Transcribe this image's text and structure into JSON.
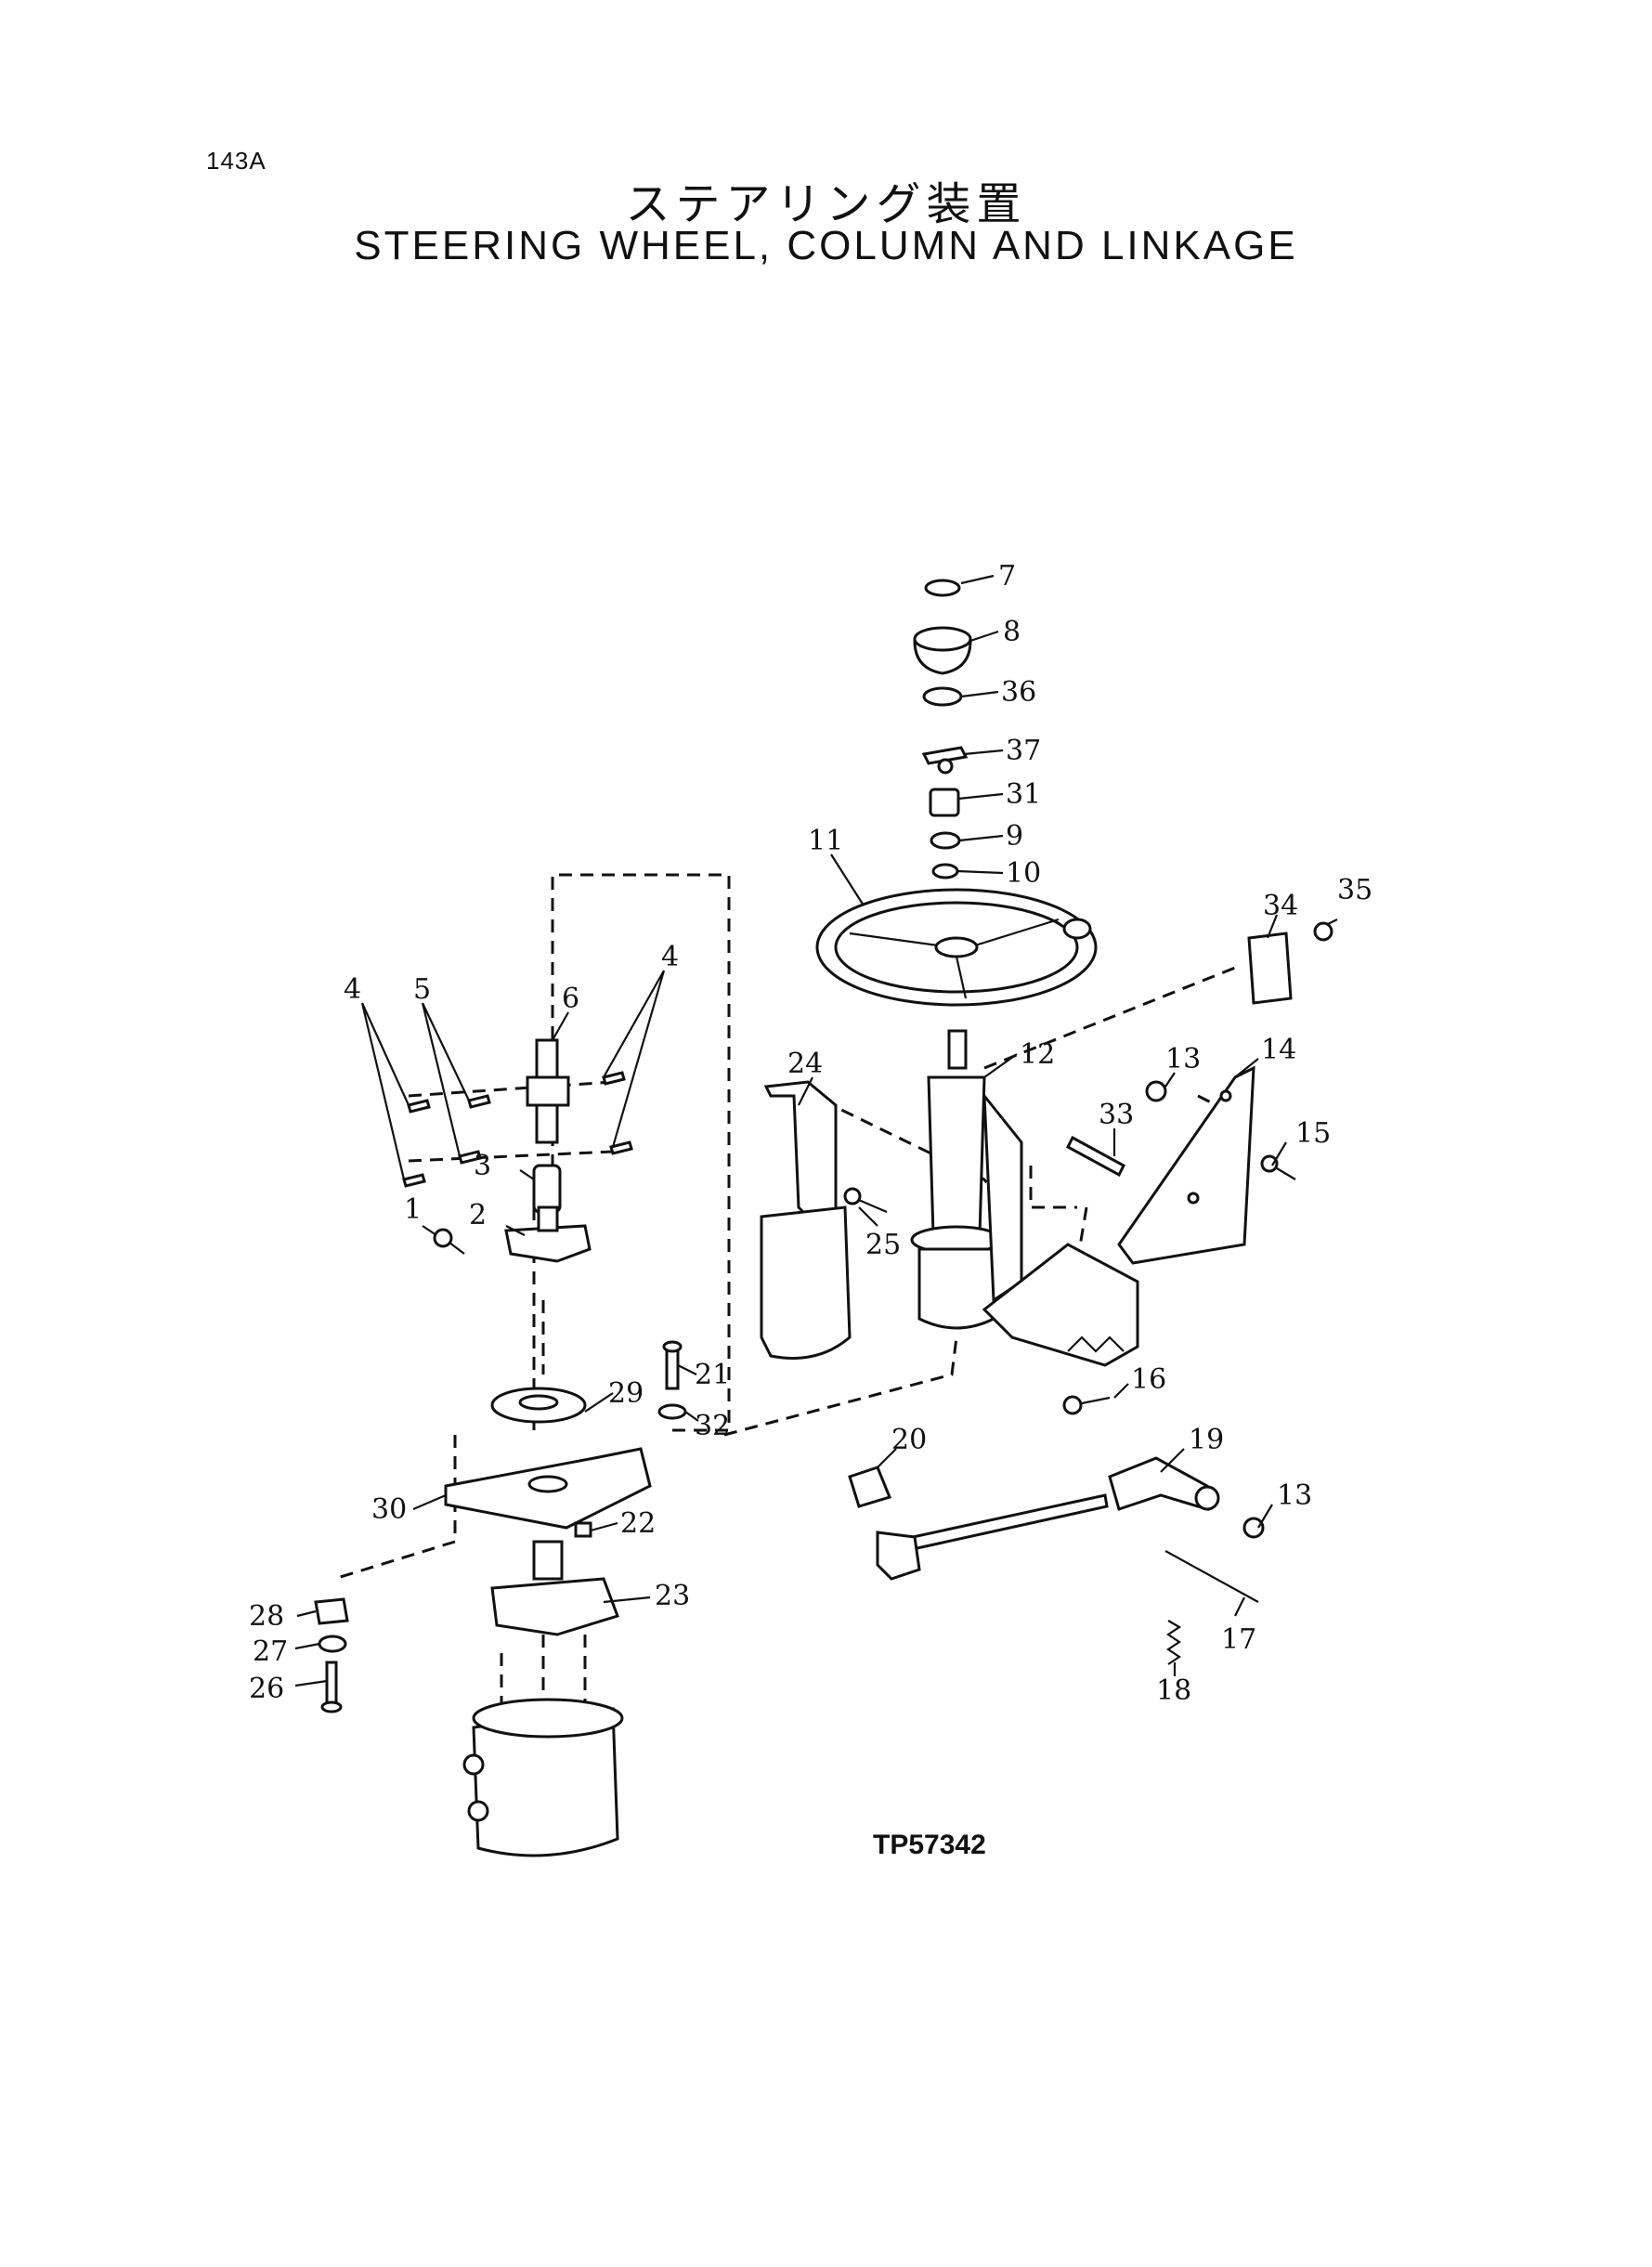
{
  "header": {
    "page_number": "143A",
    "title_jp": "ステアリング装置",
    "title_en": "STEERING WHEEL, COLUMN AND LINKAGE"
  },
  "drawing_code": "TP57342",
  "callouts": {
    "c1": "1",
    "c2": "2",
    "c3": "3",
    "c4a": "4",
    "c4b": "4",
    "c5": "5",
    "c6": "6",
    "c7": "7",
    "c8": "8",
    "c9": "9",
    "c10": "10",
    "c11": "11",
    "c12": "12",
    "c13a": "13",
    "c13b": "13",
    "c14": "14",
    "c15": "15",
    "c16": "16",
    "c17": "17",
    "c18": "18",
    "c19": "19",
    "c20": "20",
    "c21": "21",
    "c22": "22",
    "c23": "23",
    "c24": "24",
    "c25": "25",
    "c26": "26",
    "c27": "27",
    "c28": "28",
    "c29": "29",
    "c30": "30",
    "c31": "31",
    "c32": "32",
    "c33": "33",
    "c34": "34",
    "c35": "35",
    "c36": "36",
    "c37": "37"
  }
}
